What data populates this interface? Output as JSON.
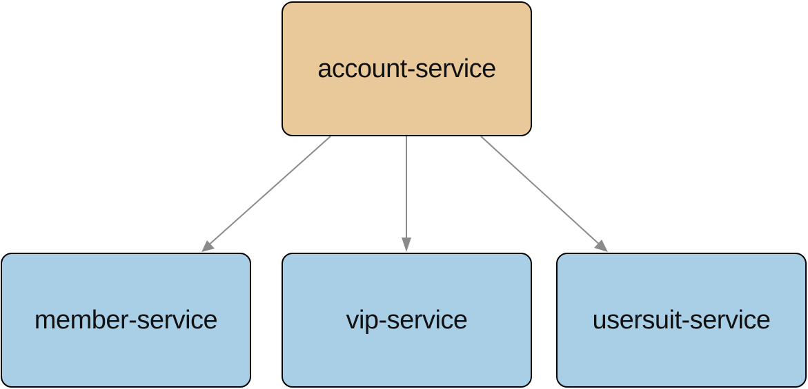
{
  "diagram": {
    "colors": {
      "parent_fill": "#e9c99a",
      "child_fill": "#a9cfe6",
      "border": "#000000",
      "edge": "#8a8a8a"
    },
    "nodes": [
      {
        "id": "account",
        "label": "account-service",
        "role": "parent"
      },
      {
        "id": "member",
        "label": "member-service",
        "role": "child"
      },
      {
        "id": "vip",
        "label": "vip-service",
        "role": "child"
      },
      {
        "id": "usersuit",
        "label": "usersuit-service",
        "role": "child"
      }
    ],
    "edges": [
      {
        "from": "account",
        "to": "member"
      },
      {
        "from": "account",
        "to": "vip"
      },
      {
        "from": "account",
        "to": "usersuit"
      }
    ]
  }
}
